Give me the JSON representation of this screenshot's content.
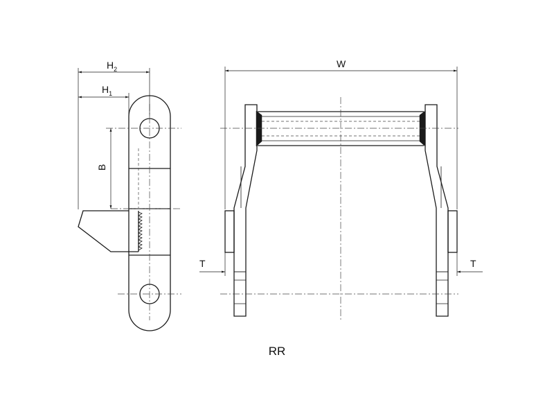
{
  "dimensions": {
    "h2": {
      "letter": "H",
      "sub": "2"
    },
    "h1": {
      "letter": "H",
      "sub": "1"
    },
    "b": "B",
    "w": "W",
    "t_left": "T",
    "t_right": "T"
  },
  "caption": "RR"
}
